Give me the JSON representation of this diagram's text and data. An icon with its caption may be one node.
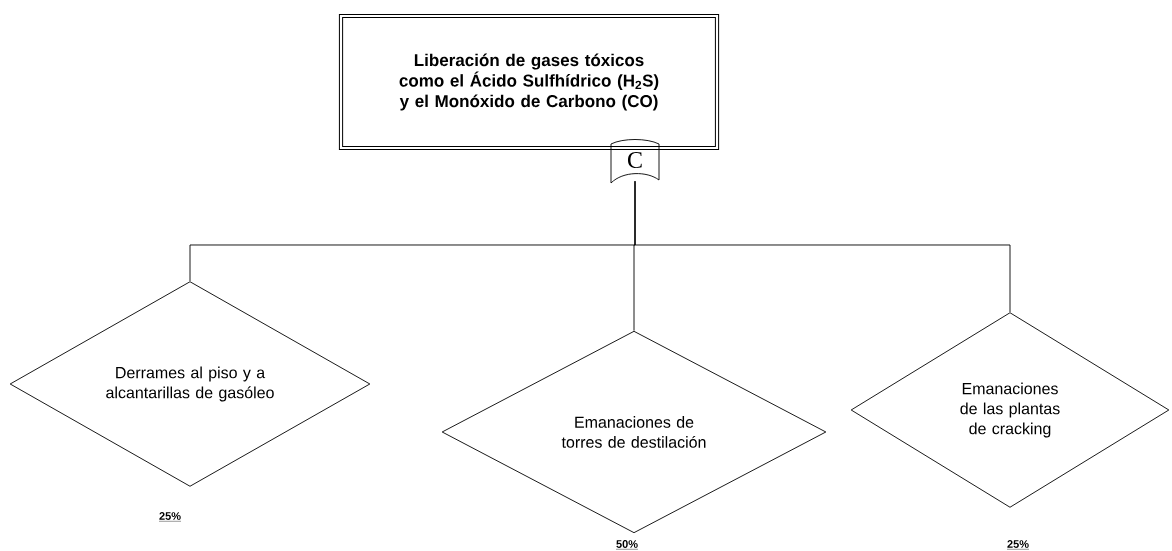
{
  "diagram": {
    "nodes": [
      {
        "text": [
          "Liberación de gases tóxicos como el Ácido Sulfhídrico (H$_{2}$S) y el Monóxido de Carbono (CO)"
        ]
      },
      {
        "text": [
          "C"
        ]
      },
      {
        "text": [
          "Derrames al piso y a alcantarillas de gasóleo"
        ],
        "beside": [
          "25%"
        ]
      },
      {
        "text": [
          "Emanaciones de torres de destilación"
        ],
        "beside": [
          "50%"
        ]
      },
      {
        "text": [
          "Emanaciones de las plantas de cracking"
        ],
        "beside": [
          "25%"
        ]
      }
    ],
    "edges": [
      {
        "from": 1,
        "to": 2,
        "arrow": "none"
      },
      {
        "from": 1,
        "to": 3,
        "arrow": "none"
      },
      {
        "from": 1,
        "to": 4,
        "arrow": "none"
      }
    ]
  }
}
